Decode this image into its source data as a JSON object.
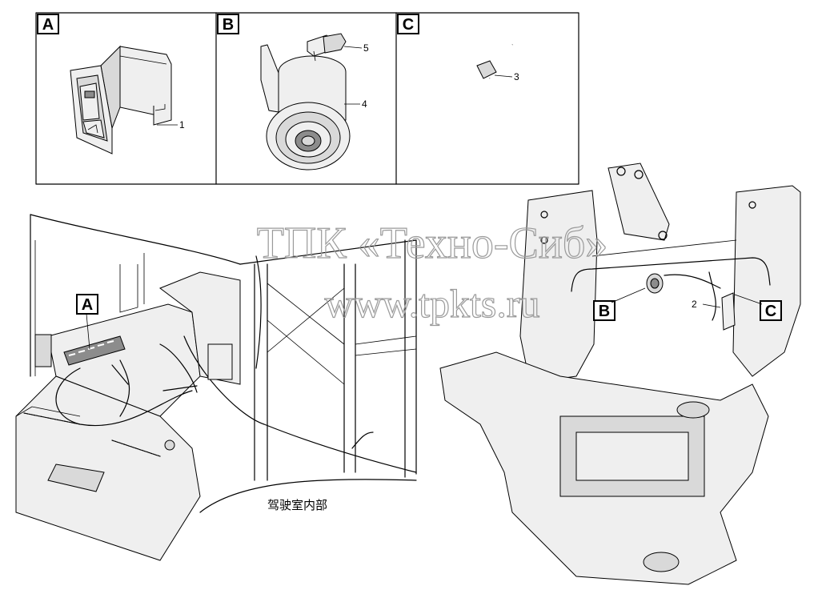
{
  "panels": {
    "a": {
      "label": "A",
      "callout": "1"
    },
    "b": {
      "label": "B",
      "callouts": [
        "5",
        "4"
      ]
    },
    "c": {
      "label": "C",
      "callout": "3"
    }
  },
  "cab_view": {
    "marker": "A",
    "caption": "驾驶室内部"
  },
  "frame_view": {
    "markers": [
      "B",
      "C"
    ],
    "callout": "2"
  },
  "watermark": {
    "line1": "ТПК «Техно-Сиб»",
    "line2": "www.tpkts.ru"
  }
}
